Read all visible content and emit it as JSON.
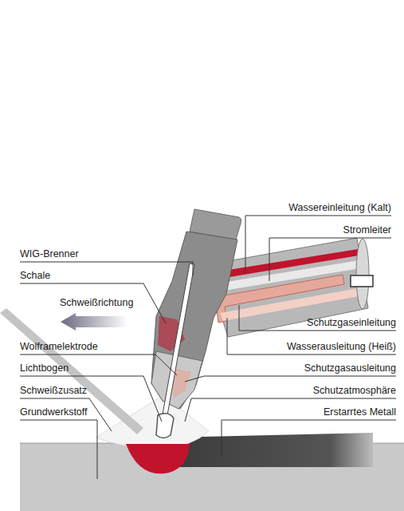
{
  "diagram": {
    "labels": [
      "Wassereinleitung (Kalt)",
      "Stromleiter",
      "WIG-Brenner",
      "Schale",
      "Schweißrichtung",
      "Schutzgaseinleitung",
      "Wolframelektrode",
      "Wasserausleitung (Heiß)",
      "Lichtbogen",
      "Schutzgasausleitung",
      "Schweißzusatz",
      "Schutzatmosphäre",
      "Grundwerkstoff",
      "Erstarrtes Metall"
    ]
  }
}
